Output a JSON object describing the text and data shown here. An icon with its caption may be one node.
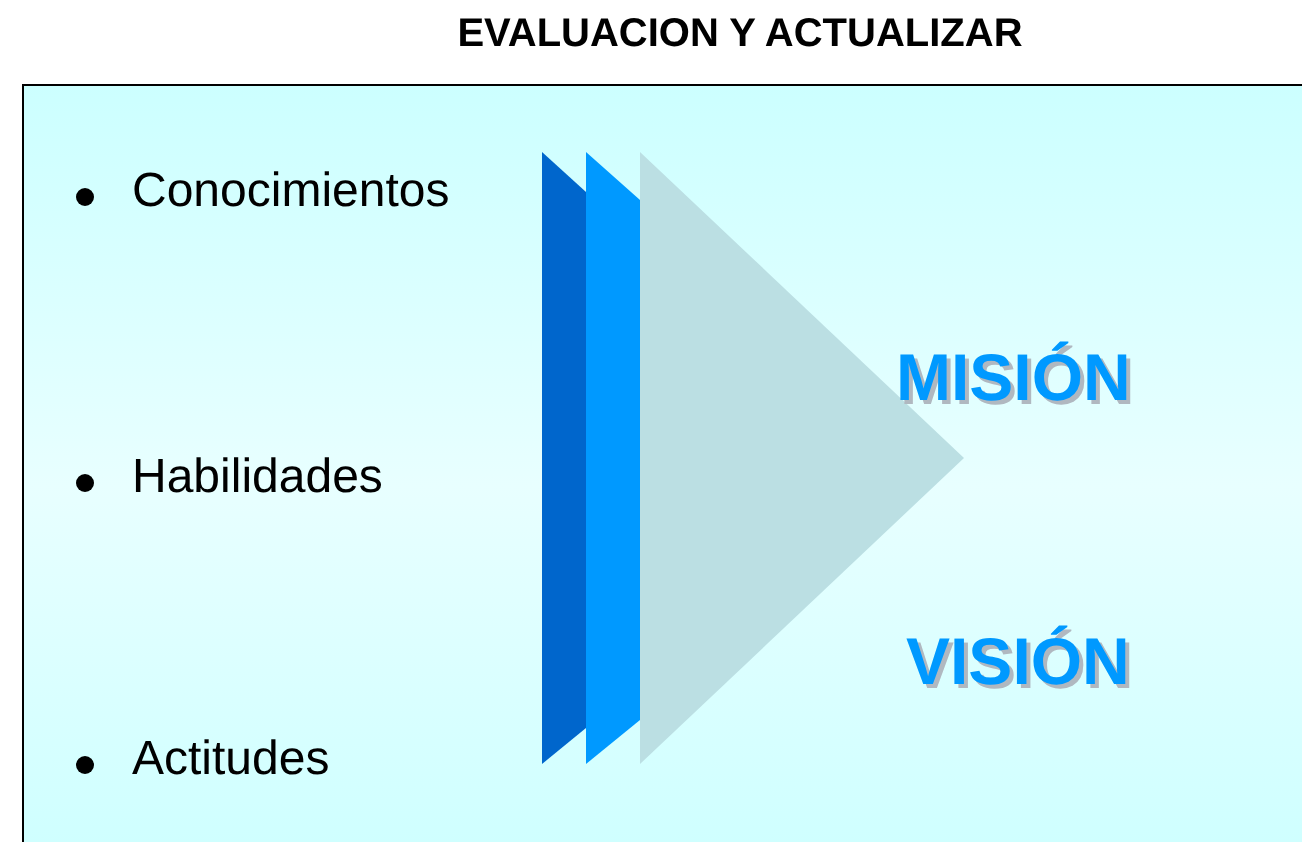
{
  "diagram": {
    "title": "EVALUACION Y ACTUALIZAR",
    "labels": [
      "Conocimientos",
      "Habilidades",
      "Actitudes",
      "MISIÓN",
      "VISIÓN"
    ]
  }
}
